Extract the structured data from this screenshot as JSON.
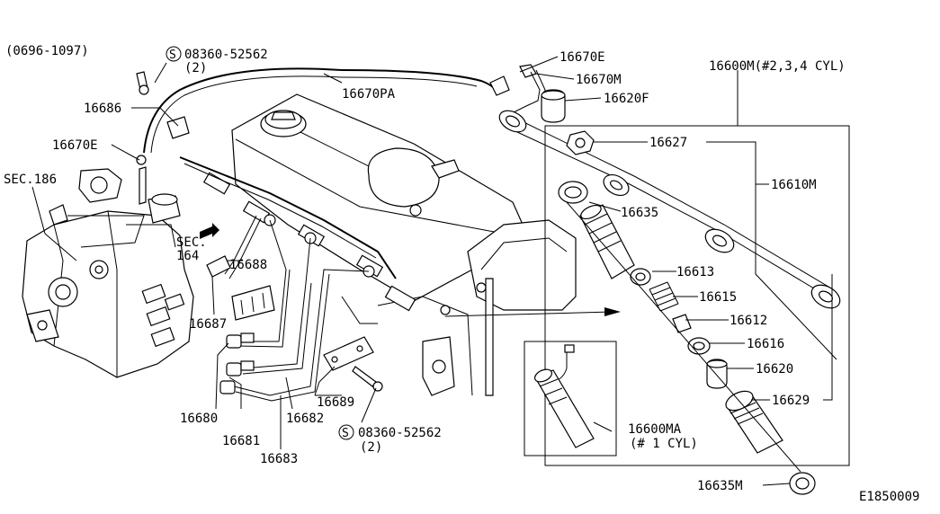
{
  "date_range": "(0696-1097)",
  "figure_code": "E1850009",
  "callouts": {
    "bolt_top": {
      "circle": "S",
      "number": "08360-52562",
      "qty": "(2)"
    },
    "bolt_bottom": {
      "circle": "S",
      "number": "08360-52562",
      "qty": "(2)"
    },
    "p16686": "16686",
    "p16670E_left": "16670E",
    "sec186": "SEC.186",
    "sec164_a": "SEC.",
    "sec164_b": "164",
    "p16670PA": "16670PA",
    "p16670E_right": "16670E",
    "p16670M": "16670M",
    "p16620F": "16620F",
    "p16600M": "16600M(#2,3,4 CYL)",
    "p16627": "16627",
    "p16610M": "16610M",
    "p16635": "16635",
    "p16688": "16688",
    "p16687": "16687",
    "p16613": "16613",
    "p16615": "16615",
    "p16612": "16612",
    "p16616": "16616",
    "p16620": "16620",
    "p16629": "16629",
    "p16680": "16680",
    "p16681": "16681",
    "p16682": "16682",
    "p16683": "16683",
    "p16689": "16689",
    "p16600MA": "16600MA",
    "p16600MA_note": "(# 1 CYL)",
    "p16635M": "16635M"
  }
}
